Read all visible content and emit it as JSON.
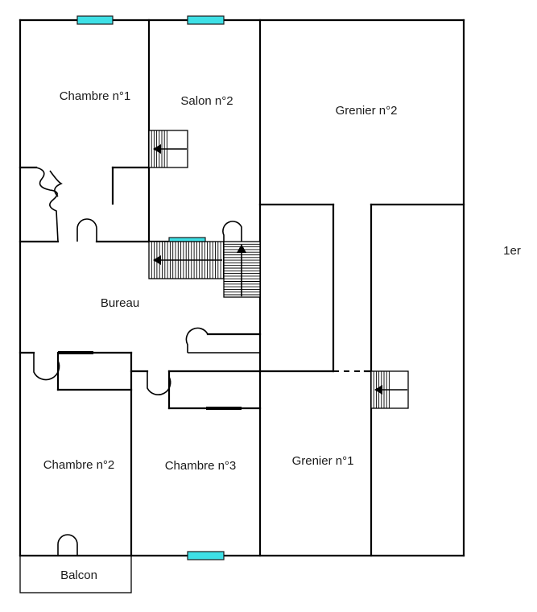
{
  "colors": {
    "window": "#3ee0e6",
    "wall": "#000000"
  },
  "rooms": [
    {
      "label": "Chambre n°1"
    },
    {
      "label": "Salon n°2"
    },
    {
      "label": "Grenier n°2"
    },
    {
      "label": "Bureau"
    },
    {
      "label": "Chambre n°2"
    },
    {
      "label": "Chambre n°3"
    },
    {
      "label": "Grenier n°1"
    },
    {
      "label": "Balcon"
    }
  ],
  "floor_label": "1er",
  "icons": [
    "stair-up-arrow-icon",
    "stair-left-arrow-icon"
  ]
}
